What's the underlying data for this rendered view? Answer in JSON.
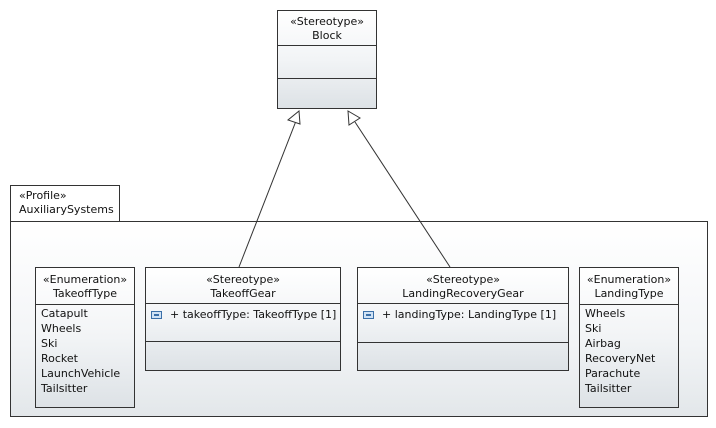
{
  "block": {
    "stereotype": "«Stereotype»",
    "name": "Block"
  },
  "profile": {
    "stereotype": "«Profile»",
    "name": "AuxiliarySystems"
  },
  "takeoff_type": {
    "stereotype": "«Enumeration»",
    "name": "TakeoffType",
    "literals": [
      "Catapult",
      "Wheels",
      "Ski",
      "Rocket",
      "LaunchVehicle",
      "Tailsitter"
    ]
  },
  "takeoff_gear": {
    "stereotype": "«Stereotype»",
    "name": "TakeoffGear",
    "attribute": "+ takeoffType: TakeoffType [1]"
  },
  "landing_gear": {
    "stereotype": "«Stereotype»",
    "name": "LandingRecoveryGear",
    "attribute": "+ landingType: LandingType [1]"
  },
  "landing_type": {
    "stereotype": "«Enumeration»",
    "name": "LandingType",
    "literals": [
      "Wheels",
      "Ski",
      "Airbag",
      "RecoveryNet",
      "Parachute",
      "Tailsitter"
    ]
  },
  "colors": {
    "line": "#333333",
    "fill_top": "#ffffff",
    "fill_bottom": "#dde2e6",
    "attr_icon": "#3a6fa8"
  }
}
